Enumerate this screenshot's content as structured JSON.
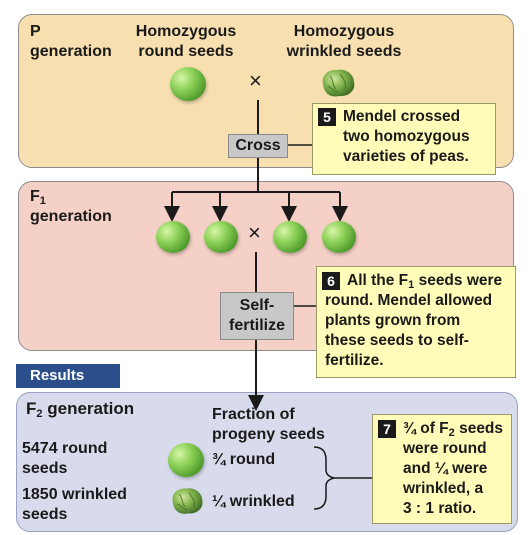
{
  "p_generation": {
    "label_line1": "P",
    "label_line2": "generation",
    "round_label_line1": "Homozygous",
    "round_label_line2": "round seeds",
    "wrinkled_label_line1": "Homozygous",
    "wrinkled_label_line2": "wrinkled seeds",
    "cross_symbol": "×"
  },
  "cross_box": "Cross",
  "callout5": {
    "number": "5",
    "line1": "Mendel crossed",
    "line2": "two homozygous",
    "line3": "varieties of peas."
  },
  "f1_generation": {
    "label_main": "F",
    "label_sub": "1",
    "label_line2": "generation",
    "cross_symbol": "×"
  },
  "self_fertilize": {
    "line1": "Self-",
    "line2": "fertilize"
  },
  "callout6": {
    "number": "6",
    "line1_a": "All the F",
    "line1_sub": "1",
    "line1_b": " seeds were",
    "line2": "round. Mendel allowed",
    "line3": "plants grown from",
    "line4": "these seeds to self-",
    "line5": "fertilize."
  },
  "results_tab": "Results",
  "f2_generation": {
    "label_a": "F",
    "label_sub": "2",
    "label_b": " generation",
    "round_count_line1": "5474 round",
    "round_count_line2": "seeds",
    "wrinkled_count_line1": "1850 wrinkled",
    "wrinkled_count_line2": "seeds",
    "fraction_header_line1": "Fraction of",
    "fraction_header_line2": "progeny seeds",
    "round_fraction": "¾ round",
    "wrinkled_fraction": "¼ wrinkled"
  },
  "callout7": {
    "number": "7",
    "line1": "¾ of F",
    "line1_sub": "2",
    "line1_b": " seeds",
    "line2": "were round",
    "line3": "and ¼ were",
    "line4": "wrinkled, a",
    "line5": "3 : 1 ratio."
  }
}
